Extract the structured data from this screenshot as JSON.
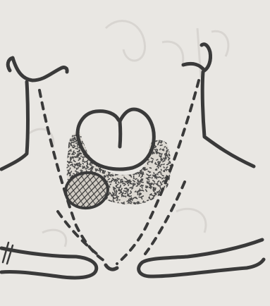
{
  "diagram": {
    "kind": "anatomical-line-sketch",
    "colors": {
      "paper": "#e9e7e3",
      "ink": "#3a3a3a",
      "stipple": "#4a4a4a",
      "bleed_through": "#b9b5ae"
    },
    "parts": [
      {
        "id": "left-jaw-angle",
        "line": "solid"
      },
      {
        "id": "right-jaw-angle",
        "line": "solid"
      },
      {
        "id": "left-neck-contour",
        "line": "solid"
      },
      {
        "id": "right-neck-contour",
        "line": "solid"
      },
      {
        "id": "thyroid-cartilage",
        "line": "solid"
      },
      {
        "id": "thyroid-gland",
        "fill": "stipple"
      },
      {
        "id": "nodule",
        "fill": "cross-hatch"
      },
      {
        "id": "left-clavicle",
        "line": "solid"
      },
      {
        "id": "right-clavicle",
        "line": "solid"
      },
      {
        "id": "sternocleidomastoid-left",
        "line": "dashed"
      },
      {
        "id": "sternocleidomastoid-right",
        "line": "dashed"
      }
    ]
  }
}
